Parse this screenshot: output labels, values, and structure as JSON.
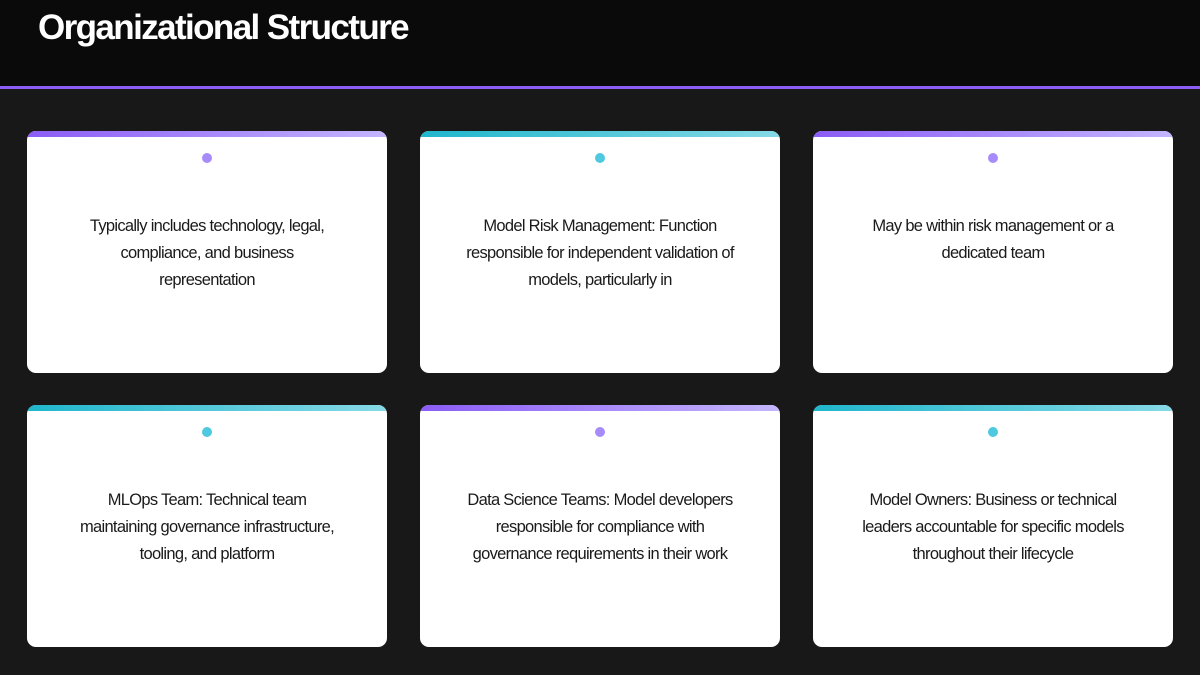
{
  "header": {
    "title": "Organizational Structure",
    "accent_color": "#8b5cf6"
  },
  "cards": [
    {
      "accent": "purple",
      "icon": "dot-bullet-icon",
      "text": "Typically includes technology, legal, compliance, and business representation"
    },
    {
      "accent": "cyan",
      "icon": "dot-bullet-icon",
      "text": "Model Risk Management: Function responsible for independent validation of models, particularly in"
    },
    {
      "accent": "purple",
      "icon": "dot-bullet-icon",
      "text": "May be within risk management or a dedicated team"
    },
    {
      "accent": "cyan",
      "icon": "dot-bullet-icon",
      "text": "MLOps Team: Technical team maintaining governance infrastructure, tooling, and platform"
    },
    {
      "accent": "purple",
      "icon": "dot-bullet-icon",
      "text": "Data Science Teams: Model developers responsible for compliance with governance requirements in their work"
    },
    {
      "accent": "cyan",
      "icon": "dot-bullet-icon",
      "text": "Model Owners: Business or technical leaders accountable for specific models throughout their lifecycle"
    }
  ],
  "colors": {
    "purple": "#8b5cf6",
    "purple_light": "#c4b5fd",
    "cyan": "#1fb6cc",
    "cyan_light": "#86d9e6",
    "background": "#181818",
    "header_background": "#0a0a0a"
  }
}
